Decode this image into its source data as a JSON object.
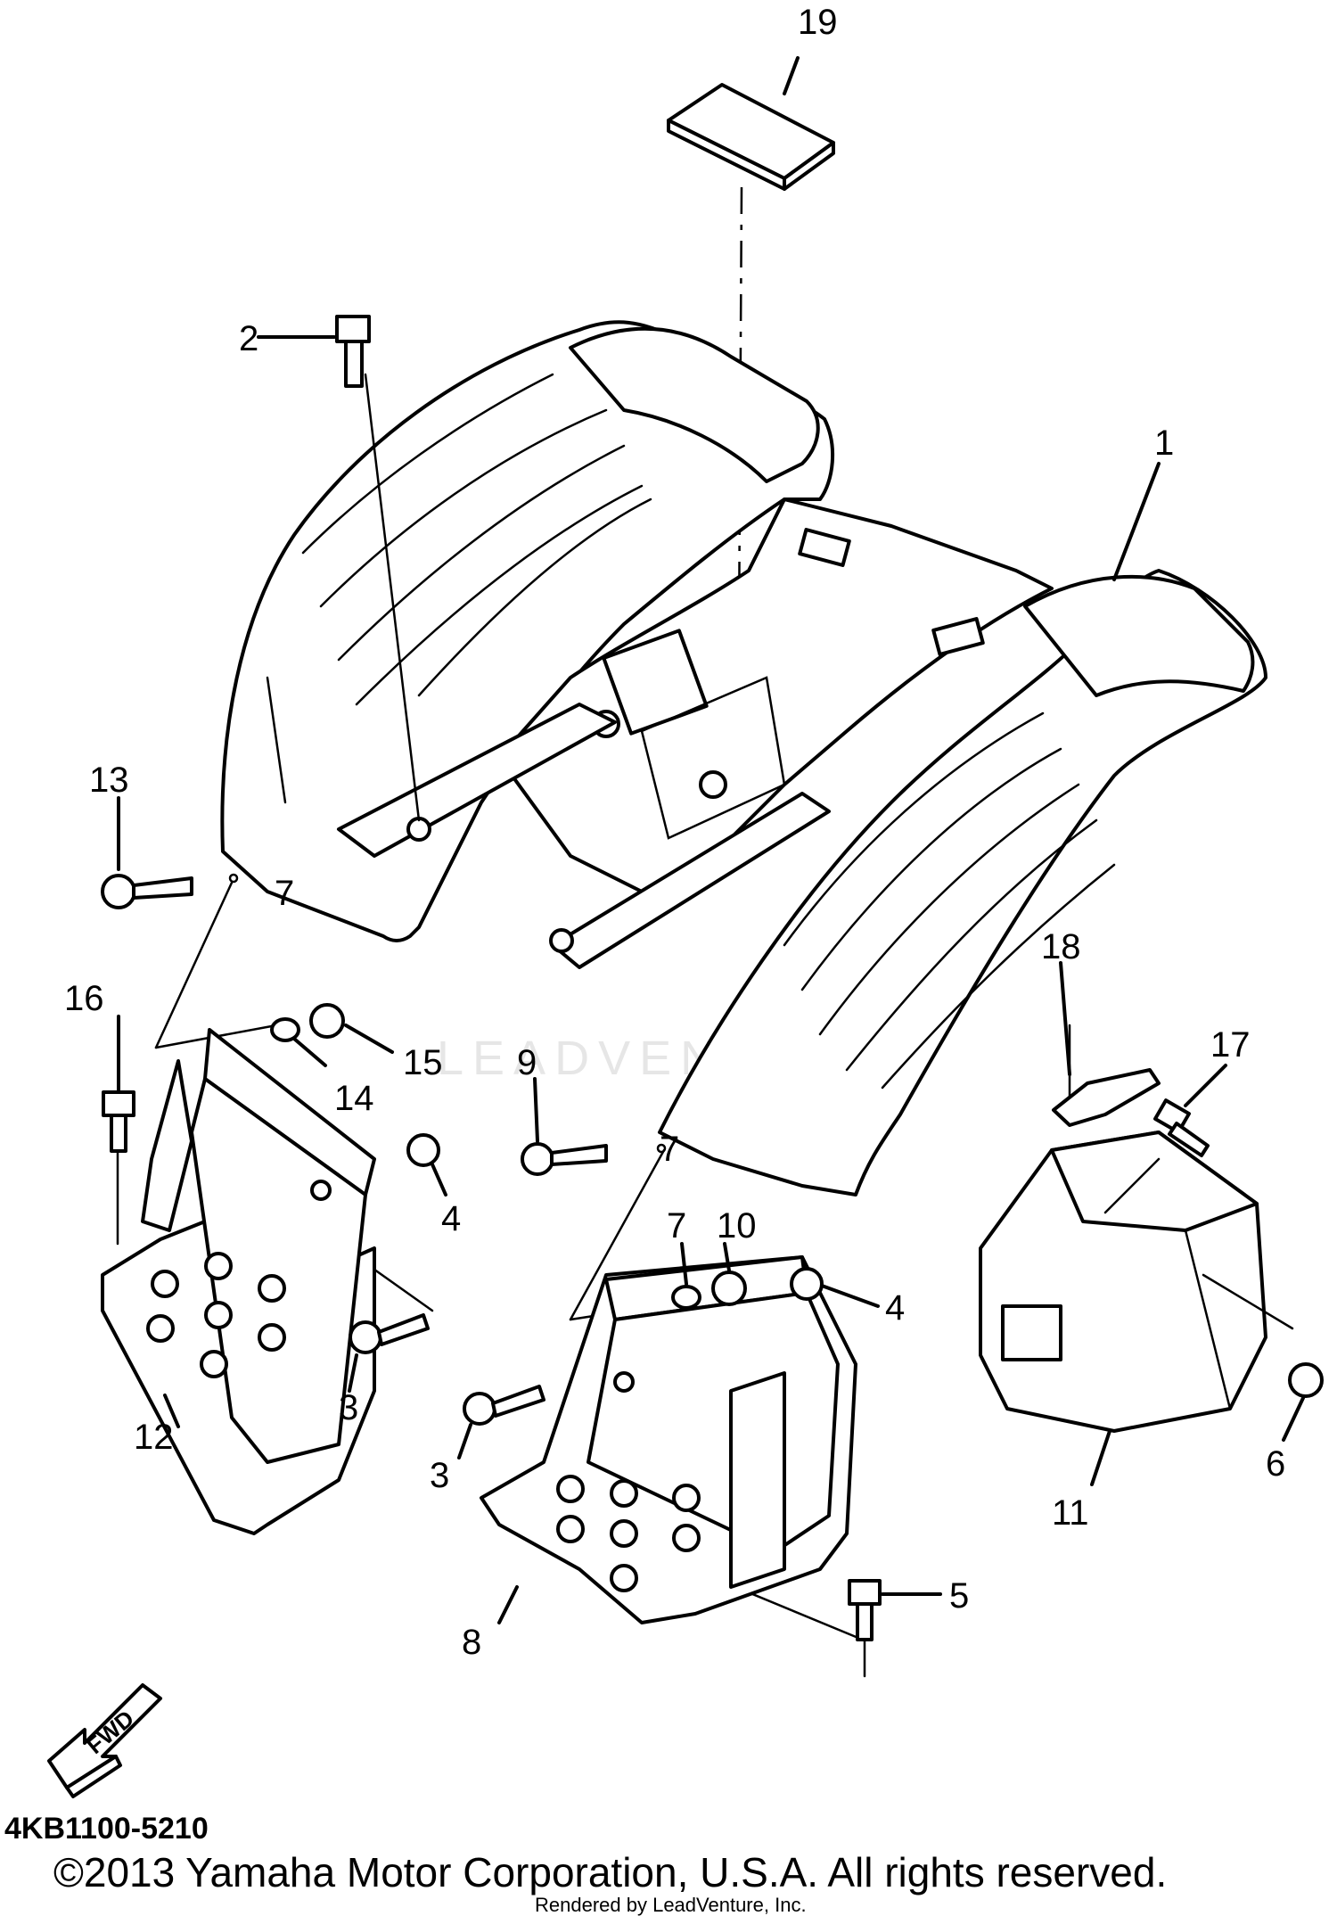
{
  "callouts": [
    {
      "id": "c1",
      "text": "1"
    },
    {
      "id": "c2",
      "text": "2"
    },
    {
      "id": "c3a",
      "text": "3"
    },
    {
      "id": "c3b",
      "text": "3"
    },
    {
      "id": "c4a",
      "text": "4"
    },
    {
      "id": "c4b",
      "text": "4"
    },
    {
      "id": "c5",
      "text": "5"
    },
    {
      "id": "c6",
      "text": "6"
    },
    {
      "id": "c7a",
      "text": "7"
    },
    {
      "id": "c7b",
      "text": "7"
    },
    {
      "id": "c7c",
      "text": "7"
    },
    {
      "id": "c8",
      "text": "8"
    },
    {
      "id": "c9",
      "text": "9"
    },
    {
      "id": "c10",
      "text": "10"
    },
    {
      "id": "c11",
      "text": "11"
    },
    {
      "id": "c12",
      "text": "12"
    },
    {
      "id": "c13",
      "text": "13"
    },
    {
      "id": "c14",
      "text": "14"
    },
    {
      "id": "c15",
      "text": "15"
    },
    {
      "id": "c16",
      "text": "16"
    },
    {
      "id": "c17",
      "text": "17"
    },
    {
      "id": "c18",
      "text": "18"
    },
    {
      "id": "c19",
      "text": "19"
    }
  ],
  "direction_arrow": {
    "label": "FWD",
    "icon": "fwd-arrow-icon"
  },
  "diagram_code": "4KB1100-5210",
  "copyright": "©2013 Yamaha Motor Corporation, U.S.A. All rights reserved.",
  "rendered_by": "Rendered by LeadVenture, Inc.",
  "watermark": "LEADVENTURE"
}
